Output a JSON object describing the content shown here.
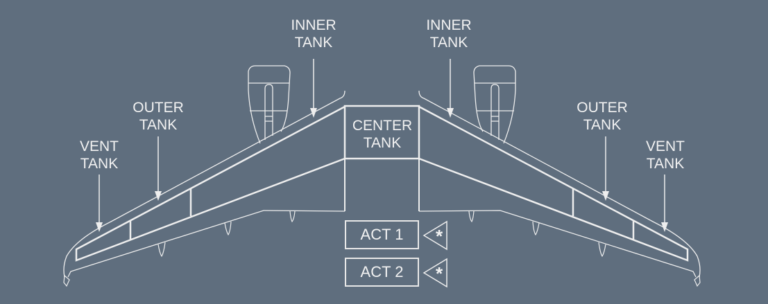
{
  "labels": {
    "inner_left": [
      "INNER",
      "TANK"
    ],
    "inner_right": [
      "INNER",
      "TANK"
    ],
    "outer_left": [
      "OUTER",
      "TANK"
    ],
    "outer_right": [
      "OUTER",
      "TANK"
    ],
    "vent_left": [
      "VENT",
      "TANK"
    ],
    "vent_right": [
      "VENT",
      "TANK"
    ],
    "center": [
      "CENTER",
      "TANK"
    ]
  },
  "act": [
    {
      "label": "ACT 1",
      "symbol": "*"
    },
    {
      "label": "ACT 2",
      "symbol": "*"
    }
  ],
  "colors": {
    "background": "#5f6e7e",
    "line": "#eeeeee"
  }
}
